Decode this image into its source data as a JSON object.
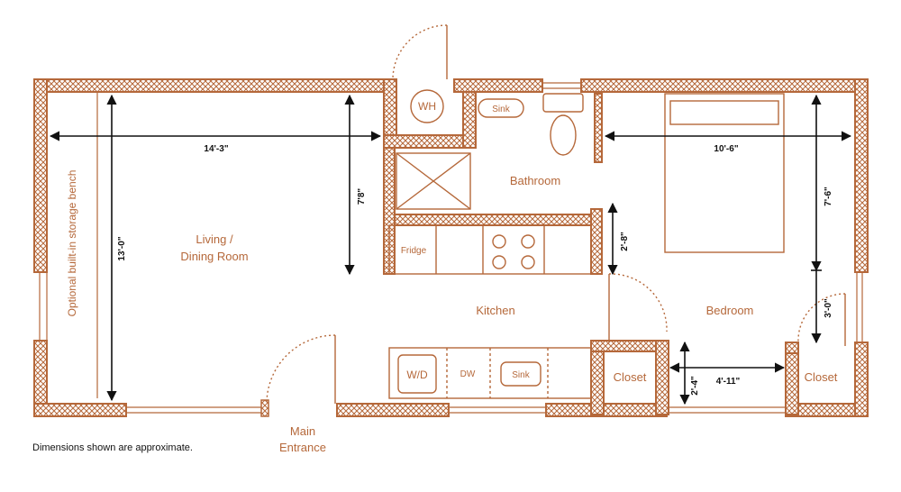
{
  "colors": {
    "wall": "#b5683a",
    "dimension": "#111111",
    "background": "#ffffff"
  },
  "rooms": {
    "living_line1": "Living /",
    "living_line2": "Dining Room",
    "bathroom": "Bathroom",
    "kitchen": "Kitchen",
    "bedroom": "Bedroom",
    "closet_left": "Closet",
    "closet_right": "Closet"
  },
  "fixtures": {
    "water_heater": "WH",
    "bath_sink": "Sink",
    "fridge": "Fridge",
    "washer_dryer": "W/D",
    "dishwasher": "DW",
    "kitchen_sink": "Sink",
    "storage_bench": "Optional built-in storage bench"
  },
  "dimensions": {
    "living_width": "14'-3\"",
    "living_depth": "13'-0\"",
    "kitchen_height": "7'8\"",
    "counter_depth": "2'-8\"",
    "bedroom_width": "10'-6\"",
    "bedroom_depth": "7'-6\"",
    "closet_gap": "3'-0\"",
    "hall_width": "4'-11\"",
    "hall_depth": "2'-4\""
  },
  "entrance": {
    "line1": "Main",
    "line2": "Entrance"
  },
  "note": "Dimensions shown are approximate."
}
